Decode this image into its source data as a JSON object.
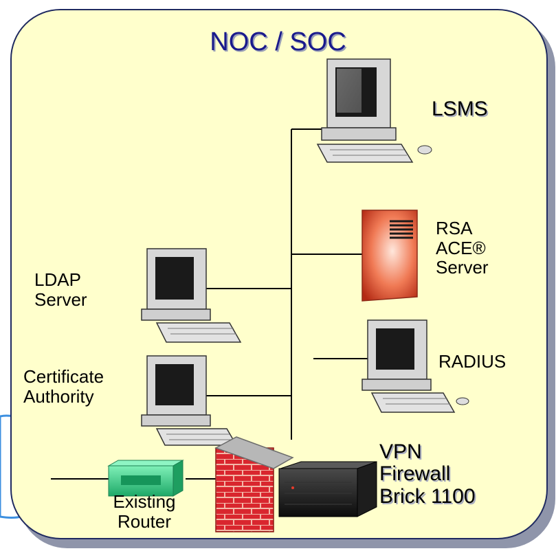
{
  "title": "NOC / SOC",
  "nodes": {
    "lsms": "LSMS",
    "rsa": [
      "RSA",
      "ACE®",
      "Server"
    ],
    "ldap": [
      "LDAP",
      "Server"
    ],
    "radius": "RADIUS",
    "ca": [
      "Certificate",
      "Authority"
    ],
    "vpn": [
      "VPN",
      "Firewall",
      "Brick 1100"
    ],
    "router": [
      "Existing",
      "Router"
    ]
  },
  "colors": {
    "panel_fill": "#ffffcc",
    "panel_border": "#1f2a60",
    "title_text": "#1a1a8c",
    "firewall_brick": "#d9262e",
    "router_green": "#39c98a",
    "server_red": "#cc3a22",
    "cloud_blue": "#3c8fe0"
  },
  "icons": [
    "computer-icon",
    "server-icon",
    "firewall-icon",
    "router-icon",
    "vpn-appliance-icon",
    "cloud-icon"
  ]
}
